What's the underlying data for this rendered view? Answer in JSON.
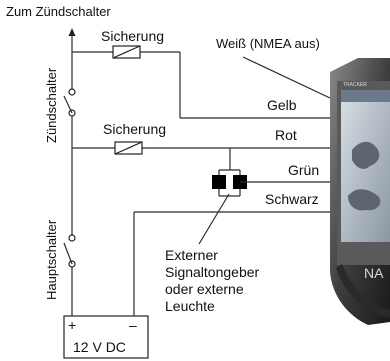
{
  "labels": {
    "top": "Zum Zündschalter",
    "ignition_switch": "Zündschalter",
    "main_switch": "Hauptschalter",
    "fuse_1": "Sicherung",
    "fuse_2": "Sicherung",
    "white_wire": "Weiß (NMEA aus)",
    "yellow_wire": "Gelb",
    "red_wire": "Rot",
    "green_wire": "Grün",
    "black_wire": "Schwarz",
    "external_device": [
      "Externer",
      "Signaltongeber",
      "oder externe",
      "Leuchte"
    ],
    "battery": "12 V DC",
    "plus": "+",
    "minus": "–"
  },
  "device_screen_text": [
    "TRACKER",
    "NA"
  ]
}
